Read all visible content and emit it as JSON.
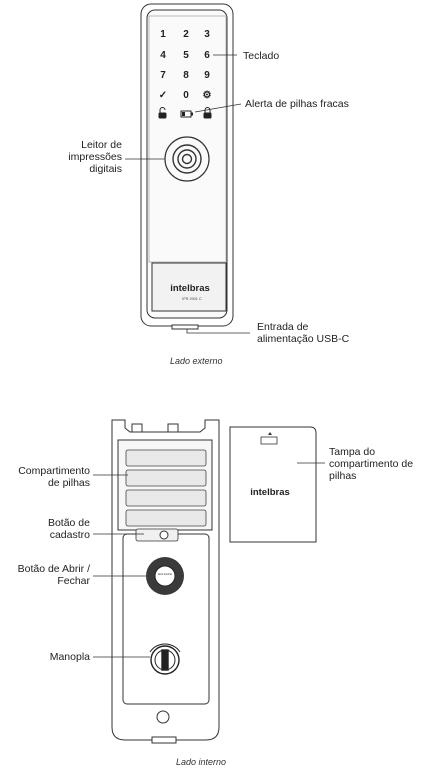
{
  "external": {
    "caption": "Lado externo",
    "keys": [
      "1",
      "2",
      "3",
      "4",
      "5",
      "6",
      "7",
      "8",
      "9",
      "✓",
      "0",
      "⚙"
    ],
    "brand": "intelbras",
    "model": "IFR 2001 C",
    "labels": {
      "keypad": "Teclado",
      "battery_alert": "Alerta de pilhas fracas",
      "fingerprint": "Leitor de impressões digitais",
      "usb": "Entrada de alimentação USB-C"
    }
  },
  "internal": {
    "caption": "Lado interno",
    "brand": "intelbras",
    "knob_text": "Abrir Fechar",
    "labels": {
      "battery_compartment": "Compartimento de pilhas",
      "register_button": "Botão de cadastro",
      "open_close_button": "Botão de Abrir / Fechar",
      "handle": "Manopla",
      "cover": "Tampa do compartimento de pilhas"
    }
  },
  "colors": {
    "line": "#333333",
    "light_fill": "#f2f2f2",
    "dark_ring": "#3a3a3a"
  }
}
